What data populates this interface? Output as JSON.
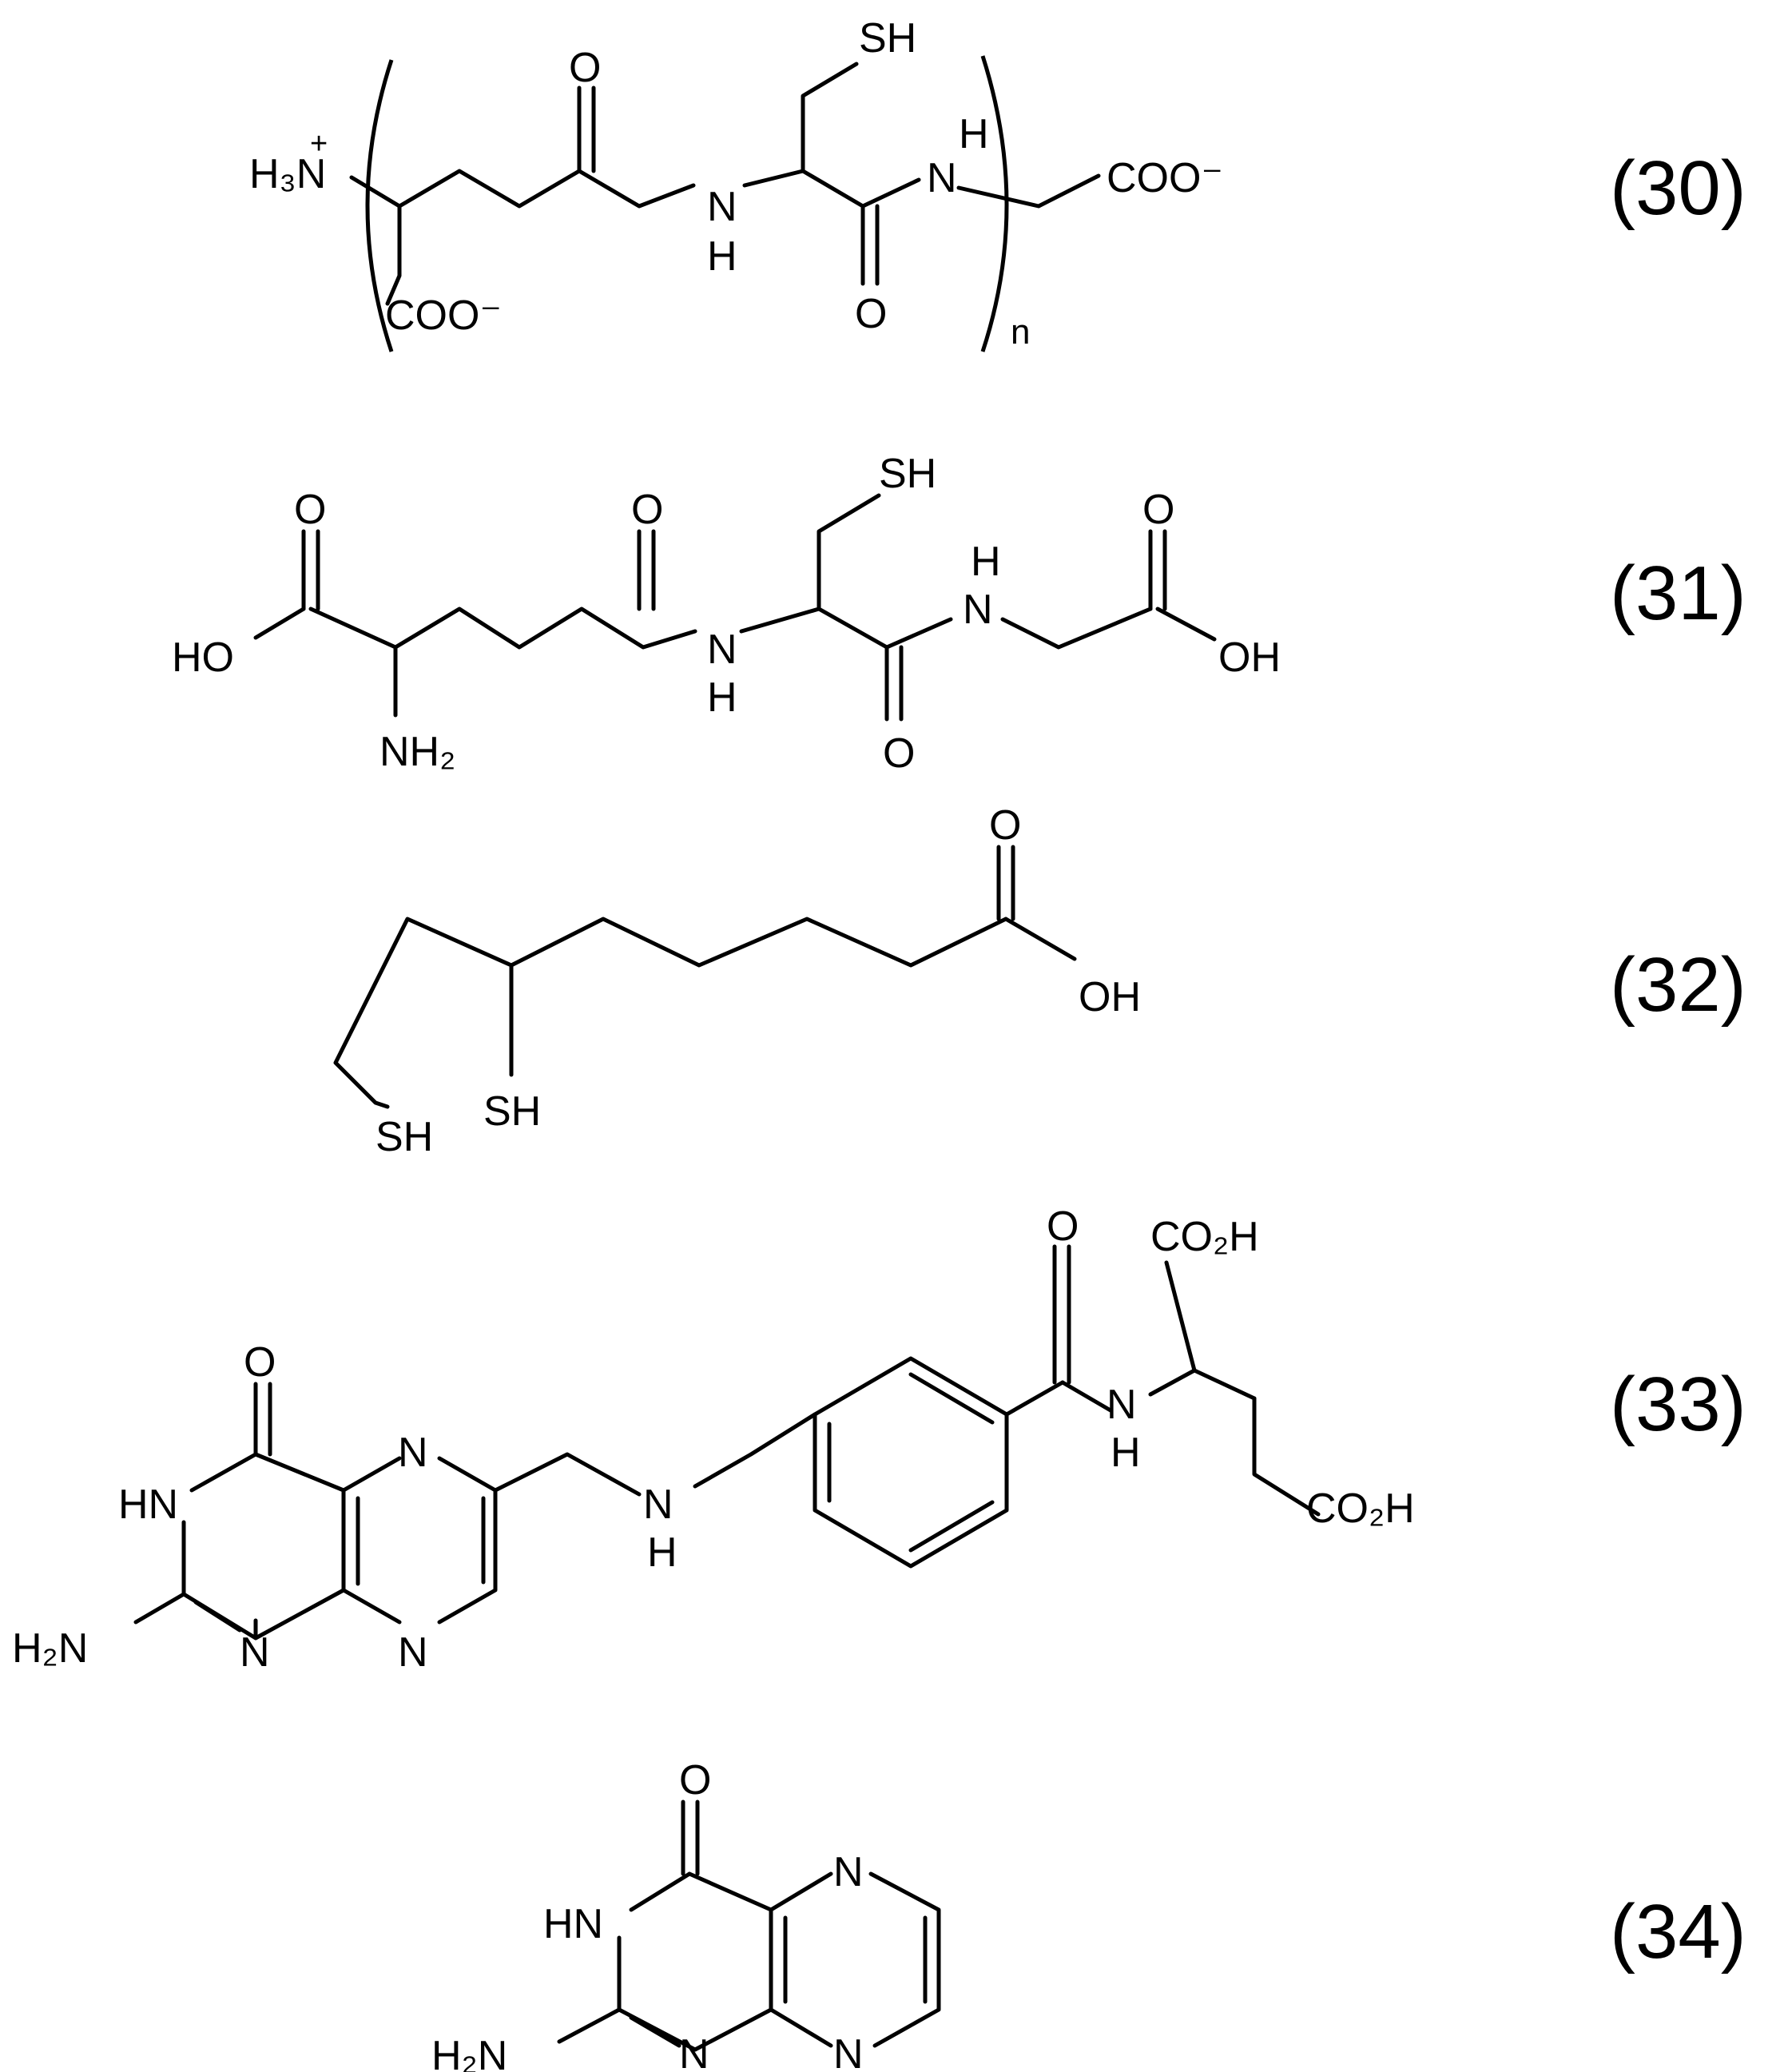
{
  "structures": [
    {
      "number": "(30)",
      "labels": {
        "h3n": "H₃N",
        "plus": "+",
        "coo_bottom": "COO⁻",
        "o_upper": "O",
        "nh_lower_n": "N",
        "nh_lower_h": "H",
        "sh": "SH",
        "o_lower": "O",
        "nh_upper_h": "H",
        "nh_upper_n": "N",
        "coo_right": "COO⁻",
        "subscript_n": "n"
      }
    },
    {
      "number": "(31)",
      "labels": {
        "o_left": "O",
        "ho": "HO",
        "nh2": "NH₂",
        "o_mid": "O",
        "nh_lower_n": "N",
        "nh_lower_h": "H",
        "sh": "SH",
        "o_lower": "O",
        "nh_upper_h": "H",
        "nh_upper_n": "N",
        "o_right": "O",
        "oh": "OH"
      }
    },
    {
      "number": "(32)",
      "labels": {
        "o": "O",
        "oh": "OH",
        "sh_inner": "SH",
        "sh_end": "SH"
      }
    },
    {
      "number": "(33)",
      "labels": {
        "o_ring": "O",
        "hn": "HN",
        "h2n": "H₂N",
        "n_pyr_bottom": "N",
        "n_pz_top": "N",
        "n_pz_bottom": "N",
        "nh_link_n": "N",
        "nh_link_h": "H",
        "o_amide": "O",
        "nh_amide_n": "N",
        "nh_amide_h": "H",
        "co2h_top": "CO₂H",
        "co2h_bottom": "CO₂H"
      }
    },
    {
      "number": "(34)",
      "labels": {
        "o": "O",
        "hn": "HN",
        "h2n": "H₂N",
        "n_pyr_bottom": "N",
        "n_pz_top": "N",
        "n_pz_bottom": "N"
      }
    }
  ]
}
